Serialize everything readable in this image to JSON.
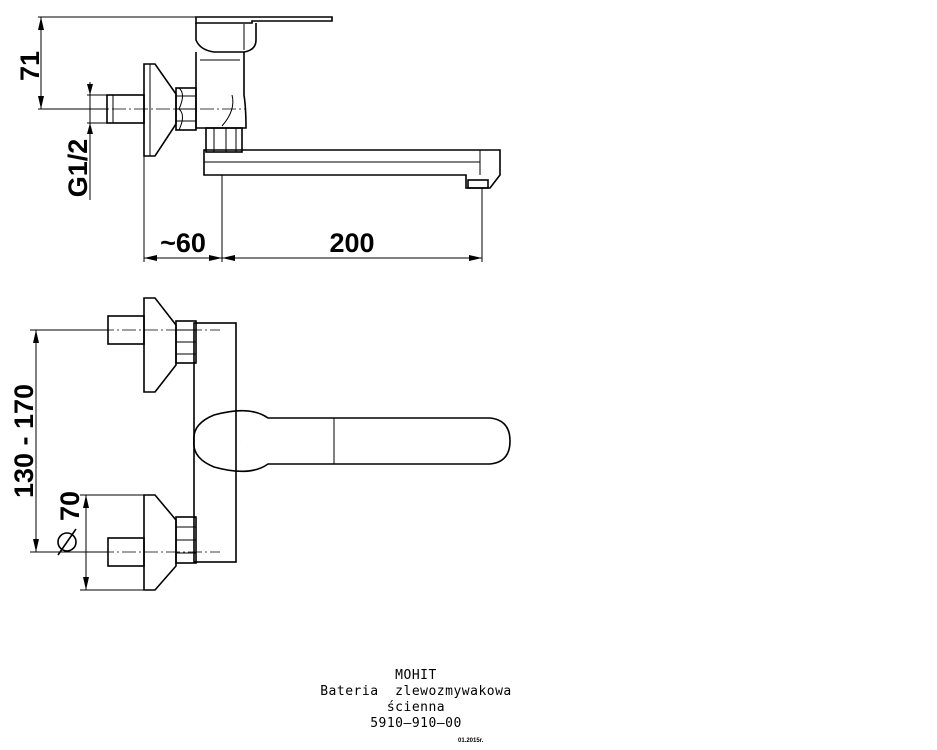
{
  "dimensions": {
    "height_handle": "71",
    "thread": "G1/2",
    "offset": "~60",
    "spout_reach": "200",
    "spacing": "130 - 170",
    "rosette_diameter": "70"
  },
  "title_block": {
    "name": "MOHIT",
    "description_line1": "Bateria  zlewozmywakowa",
    "description_line2": "ścienna",
    "code": "5910–910–00",
    "date": "01.2015r."
  }
}
